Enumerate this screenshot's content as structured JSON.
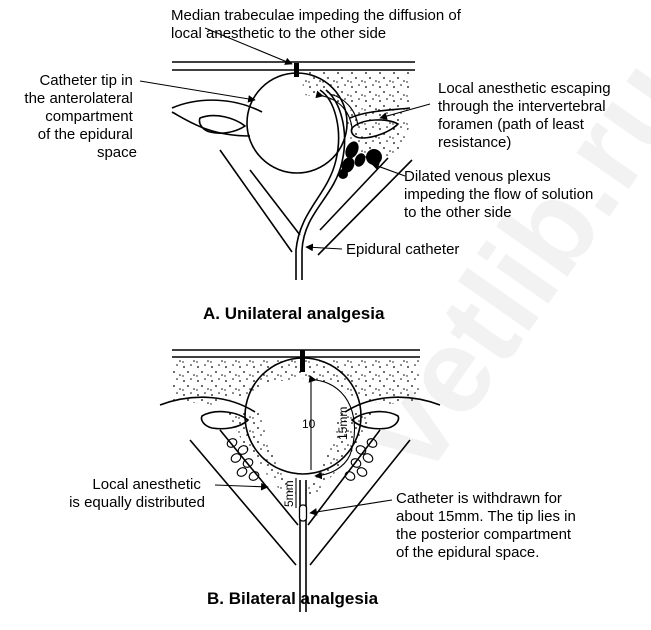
{
  "watermark": "vetlib.ru",
  "panel_a": {
    "caption": "A.  Unilateral analgesia",
    "median_trabeculae": [
      "Median trabeculae impeding the diffusion of",
      "local anesthetic to the other side"
    ],
    "catheter_tip": [
      "Catheter tip in",
      "the anterolateral",
      "compartment",
      "of the epidural",
      "space"
    ],
    "escaping": [
      "Local anesthetic escaping",
      "through the intervertebral",
      "foramen (path of least",
      "resistance)"
    ],
    "venous_plexus": [
      "Dilated venous plexus",
      "impeding the flow of solution",
      "to the other side"
    ],
    "epidural_catheter": "Epidural catheter"
  },
  "panel_b": {
    "caption": "B.  Bilateral analgesia",
    "equally_distributed": [
      "Local anesthetic",
      "is equally distributed"
    ],
    "withdrawn": [
      "Catheter is withdrawn for",
      "about 15mm.  The tip lies in",
      "the posterior compartment",
      "of the epidural space."
    ],
    "dim_10": "10",
    "dim_15mm": "15mm",
    "dim_5mm": "5mm"
  }
}
